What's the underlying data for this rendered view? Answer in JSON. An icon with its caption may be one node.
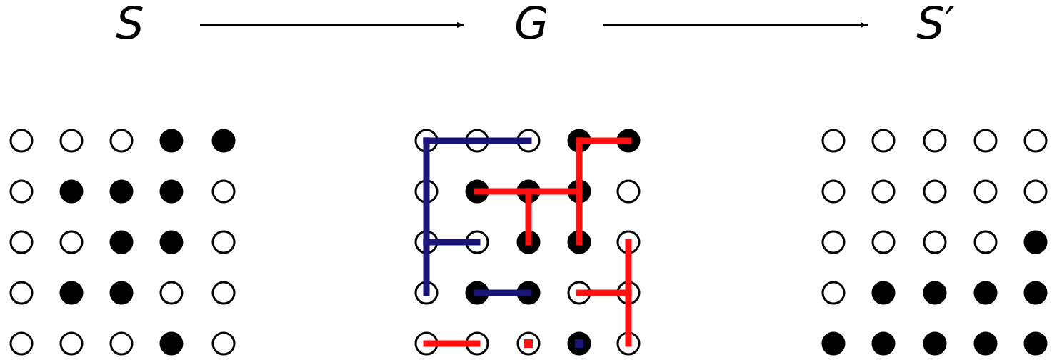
{
  "diagram": {
    "nodes": [
      {
        "text": [
          "S"
        ]
      },
      {
        "text": [
          "G"
        ]
      },
      {
        "text": [
          "S′"
        ]
      }
    ],
    "edges": [
      {
        "from": 0,
        "to": 1,
        "arrow": "to"
      },
      {
        "from": 1,
        "to": 2,
        "arrow": "to"
      }
    ]
  }
}
